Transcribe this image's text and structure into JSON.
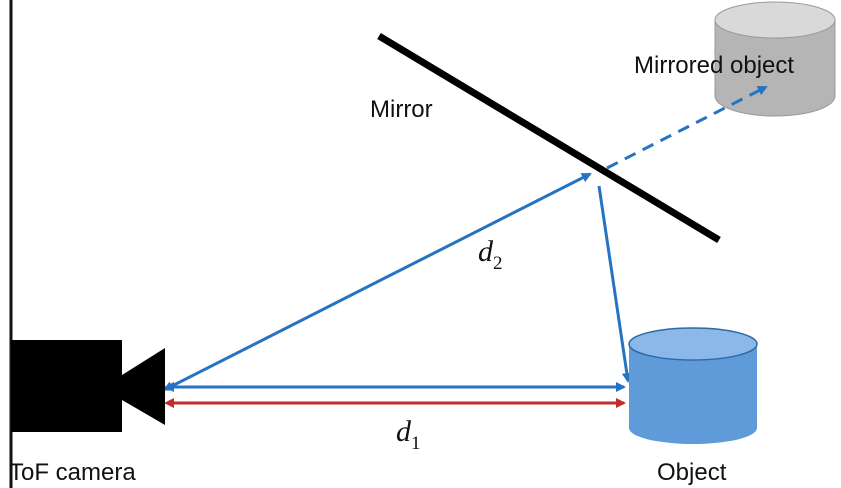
{
  "labels": {
    "mirror": "Mirror",
    "mirrored_object": "Mirrored object",
    "camera": "ToF camera",
    "object": "Object"
  },
  "distances": {
    "d1": {
      "symbol": "d",
      "subscript": "1"
    },
    "d2": {
      "symbol": "d",
      "subscript": "2"
    }
  },
  "colors": {
    "path": "#2673c3",
    "direct_distance": "#c42b2b",
    "camera": "#000000",
    "mirror": "#000000",
    "object_fill": "#5e9bd8",
    "object_top": "#8bb8e8",
    "mirrored_object_fill": "#b5b5b5",
    "mirrored_object_top": "#d9d9d9"
  }
}
